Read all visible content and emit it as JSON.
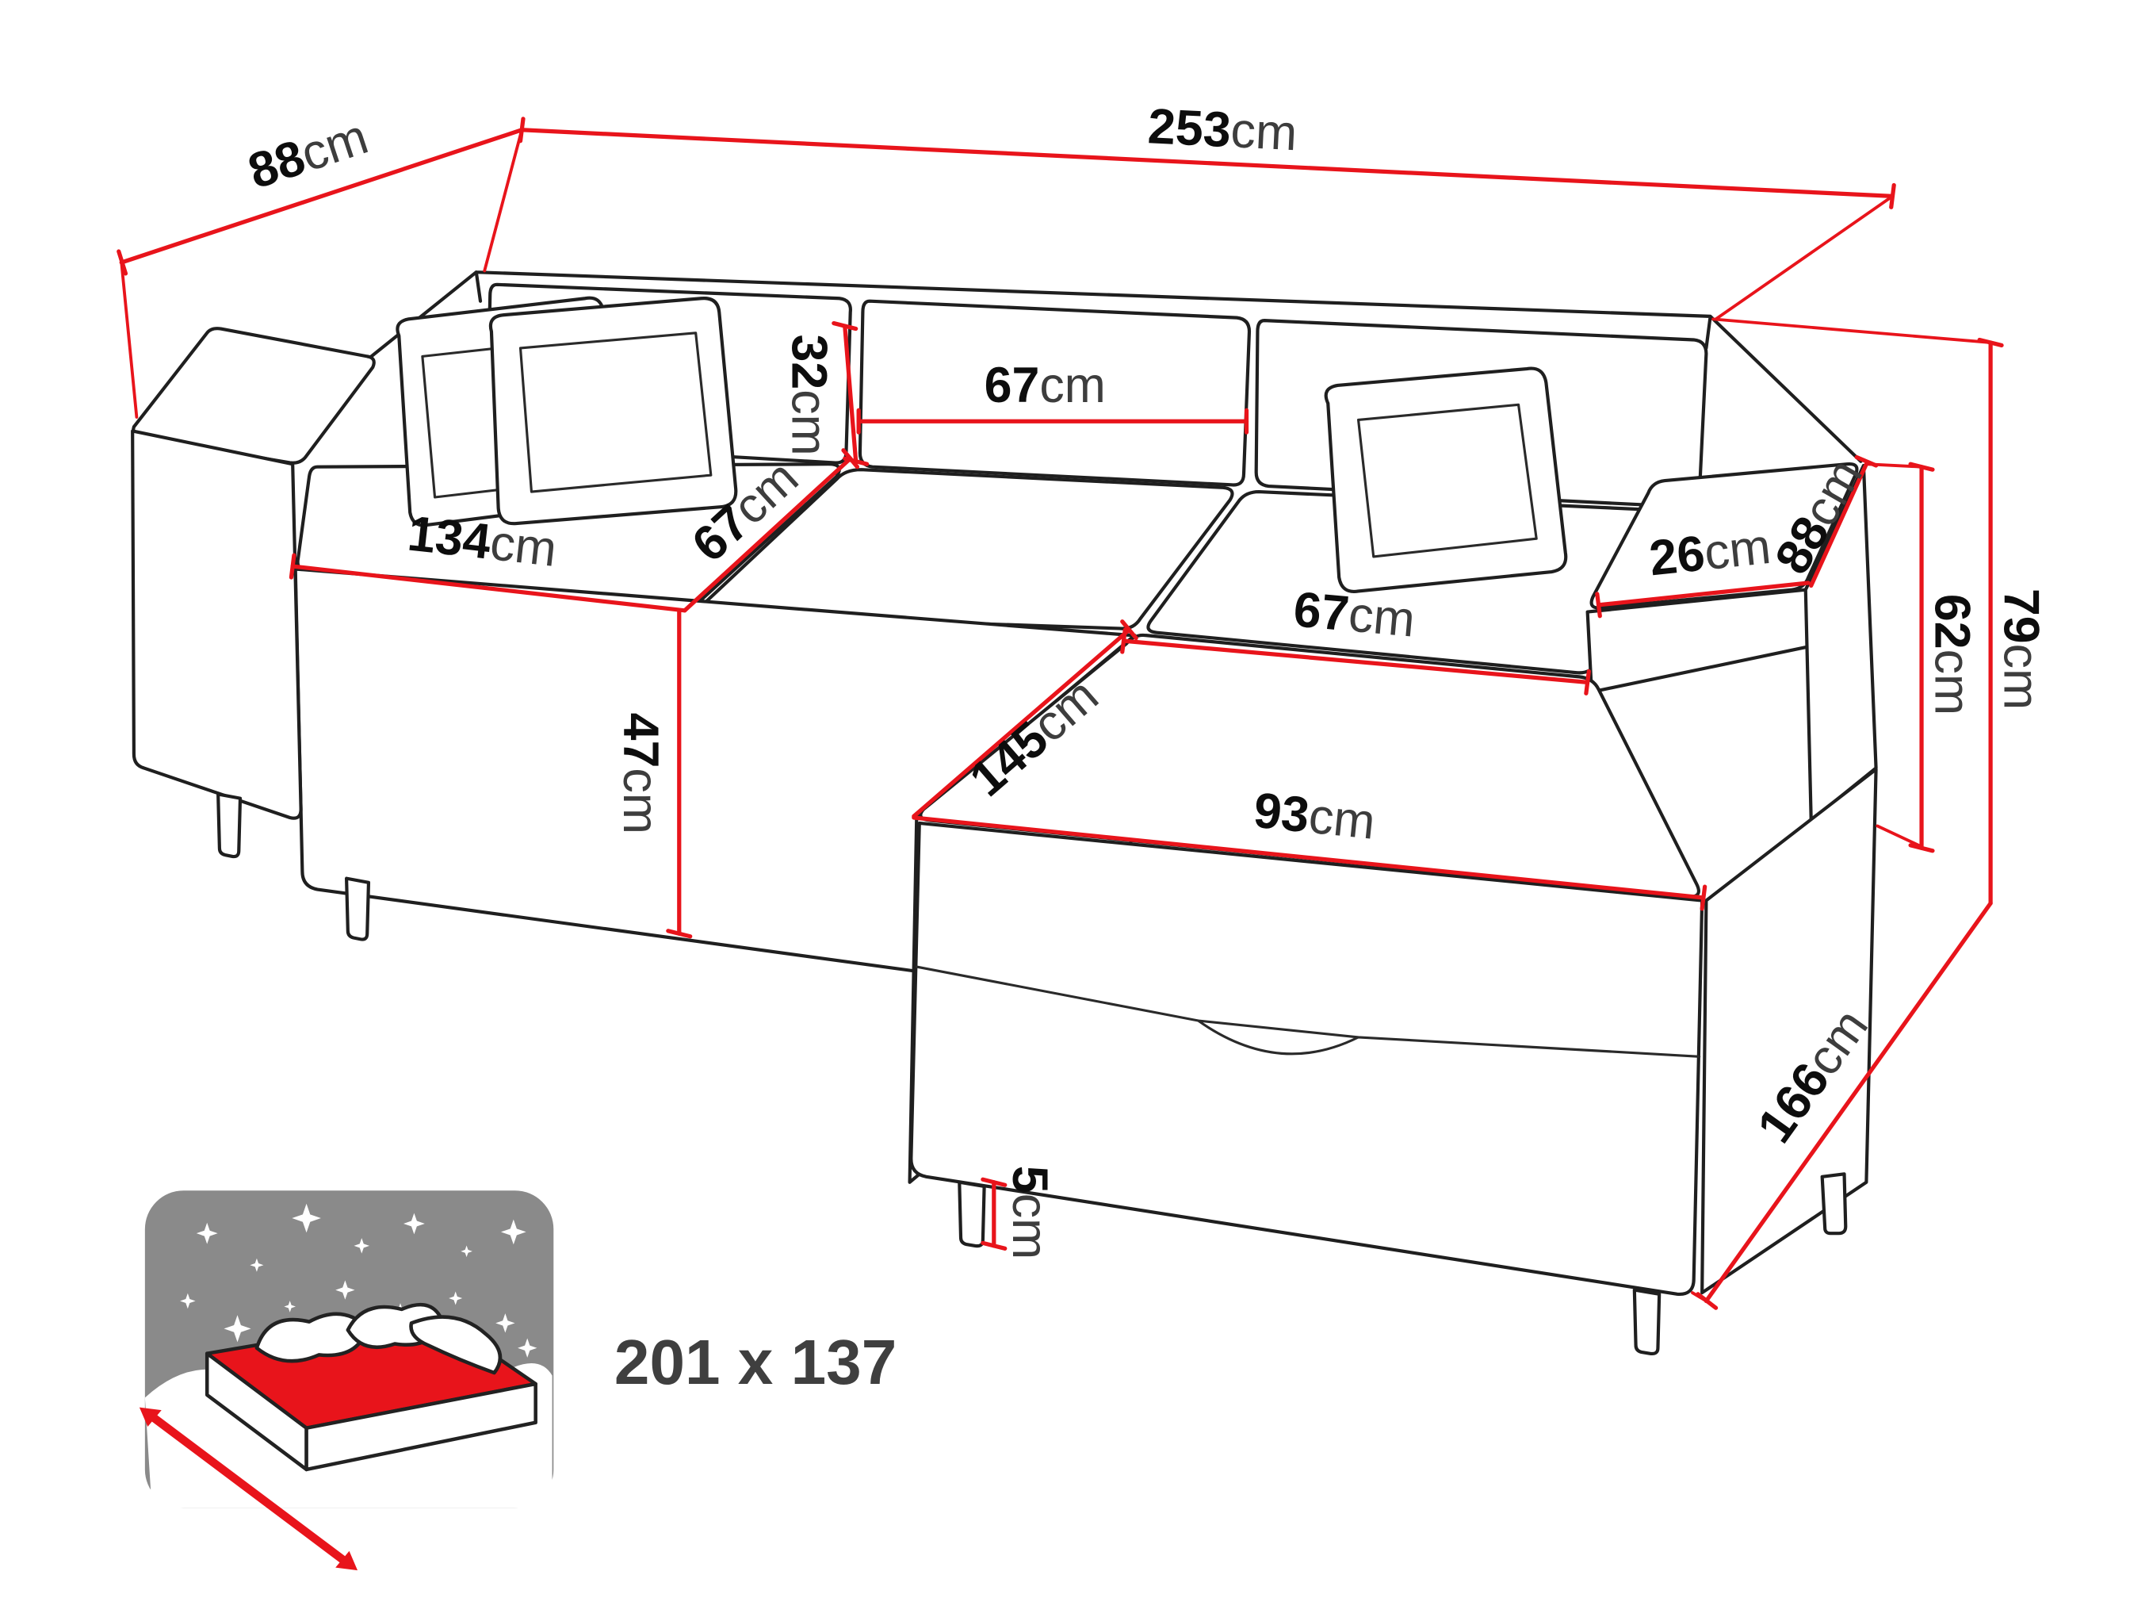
{
  "page": {
    "background": "#ffffff"
  },
  "colors": {
    "dimension_line": "#e8141b",
    "outline": "#1f1f1f",
    "label_text": "#111111",
    "icon_background": "#8a8a8a",
    "icon_star": "#ffffff",
    "mattress_top": "#e8141b",
    "sleeping_text": "#3f3f3f"
  },
  "diagram": {
    "title": "corner-sofa-dimension-diagram",
    "dims": {
      "total_width": {
        "value": "253",
        "unit": "cm"
      },
      "total_depth": {
        "value": "88",
        "unit": "cm"
      },
      "backrest_height": {
        "value": "32",
        "unit": "cm"
      },
      "back_cushion_width": {
        "value": "67",
        "unit": "cm"
      },
      "seat_depth": {
        "value": "67",
        "unit": "cm"
      },
      "seat_front_width": {
        "value": "134",
        "unit": "cm"
      },
      "armrest_top_width": {
        "value": "26",
        "unit": "cm"
      },
      "armrest_depth": {
        "value": "88",
        "unit": "cm"
      },
      "armrest_height": {
        "value": "62",
        "unit": "cm"
      },
      "total_height": {
        "value": "79",
        "unit": "cm"
      },
      "seat_height": {
        "value": "47",
        "unit": "cm"
      },
      "chaise_seat_width": {
        "value": "67",
        "unit": "cm"
      },
      "chaise_length": {
        "value": "145",
        "unit": "cm"
      },
      "chaise_front_width": {
        "value": "93",
        "unit": "cm"
      },
      "leg_height": {
        "value": "5",
        "unit": "cm"
      },
      "side_depth": {
        "value": "166",
        "unit": "cm"
      }
    },
    "sleeping_area": {
      "label": "201 x 137"
    }
  }
}
